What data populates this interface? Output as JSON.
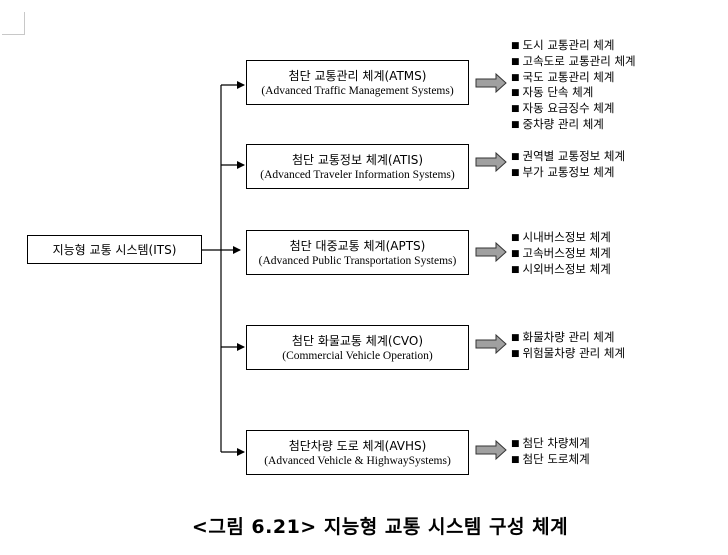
{
  "root": {
    "label": "지능형 교통 시스템(ITS)"
  },
  "subsystems": [
    {
      "title": "첨단 교통관리 체계(ATMS)",
      "subtitle": "(Advanced Traffic Management Systems)",
      "items": [
        "도시 교통관리 체계",
        "고속도로 교통관리 체계",
        "국도 교통관리 체계",
        "자동 단속 체계",
        "자동 요금징수 체계",
        "중차량 관리 체계"
      ]
    },
    {
      "title": "첨단 교통정보 체계(ATIS)",
      "subtitle": "(Advanced Traveler Information Systems)",
      "items": [
        "권역별 교통정보 체계",
        "부가 교통정보 체계"
      ]
    },
    {
      "title": "첨단 대중교통 체계(APTS)",
      "subtitle": "(Advanced Public Transportation Systems)",
      "items": [
        "시내버스정보 체계",
        "고속버스정보 체계",
        "시외버스정보 체계"
      ]
    },
    {
      "title": "첨단 화물교통 체계(CVO)",
      "subtitle": "(Commercial Vehicle Operation)",
      "items": [
        "화물차량 관리 체계",
        "위험물차량 관리 체계"
      ]
    },
    {
      "title": "첨단차량 도로 체계(AVHS)",
      "subtitle": "(Advanced Vehicle & HighwaySystems)",
      "items": [
        "첨단 차량체계",
        "첨단 도로체계"
      ]
    }
  ],
  "caption": "<그림 6.21> 지능형 교통 시스템 구성 체계",
  "colors": {
    "arrow_fill": "#a0a0a0",
    "line": "#000000"
  }
}
